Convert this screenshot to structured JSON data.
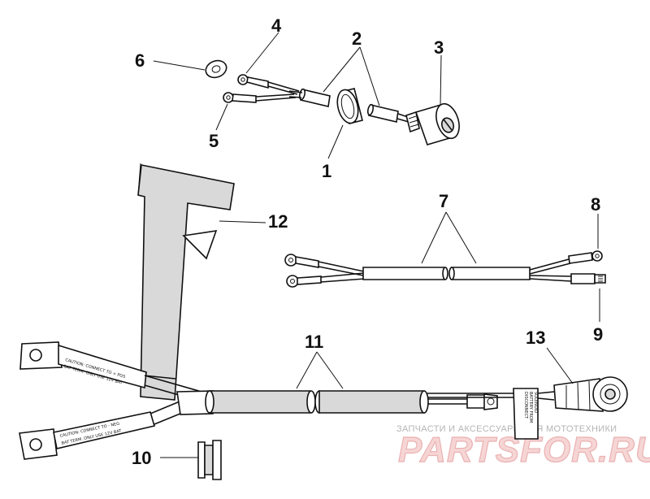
{
  "callouts": {
    "c1": "1",
    "c2": "2",
    "c3": "3",
    "c4": "4",
    "c5": "5",
    "c6": "6",
    "c7": "7",
    "c8": "8",
    "c9": "9",
    "c10": "10",
    "c11": "11",
    "c12": "12",
    "c13": "13"
  },
  "labels": {
    "caution_pos_1": "CAUTION: CONNECT TO + POS",
    "caution_pos_2": "BAT TERM. ONLY USE 12V BAT",
    "caution_neg_1": "CAUTION: CONNECT TO - NEG",
    "caution_neg_2": "BAT TERM. ONLY USE 12V BAT",
    "disconnect_1": "DISCONNECT",
    "disconnect_2": "BATTERY FROM",
    "disconnect_3": "SOLENOID"
  },
  "watermark": {
    "line1": "ЗАПЧАСТИ И АКСЕССУАРЫ ДЛЯ МОТОТЕХНИКИ",
    "line2": "PARTSFOR.RU"
  }
}
